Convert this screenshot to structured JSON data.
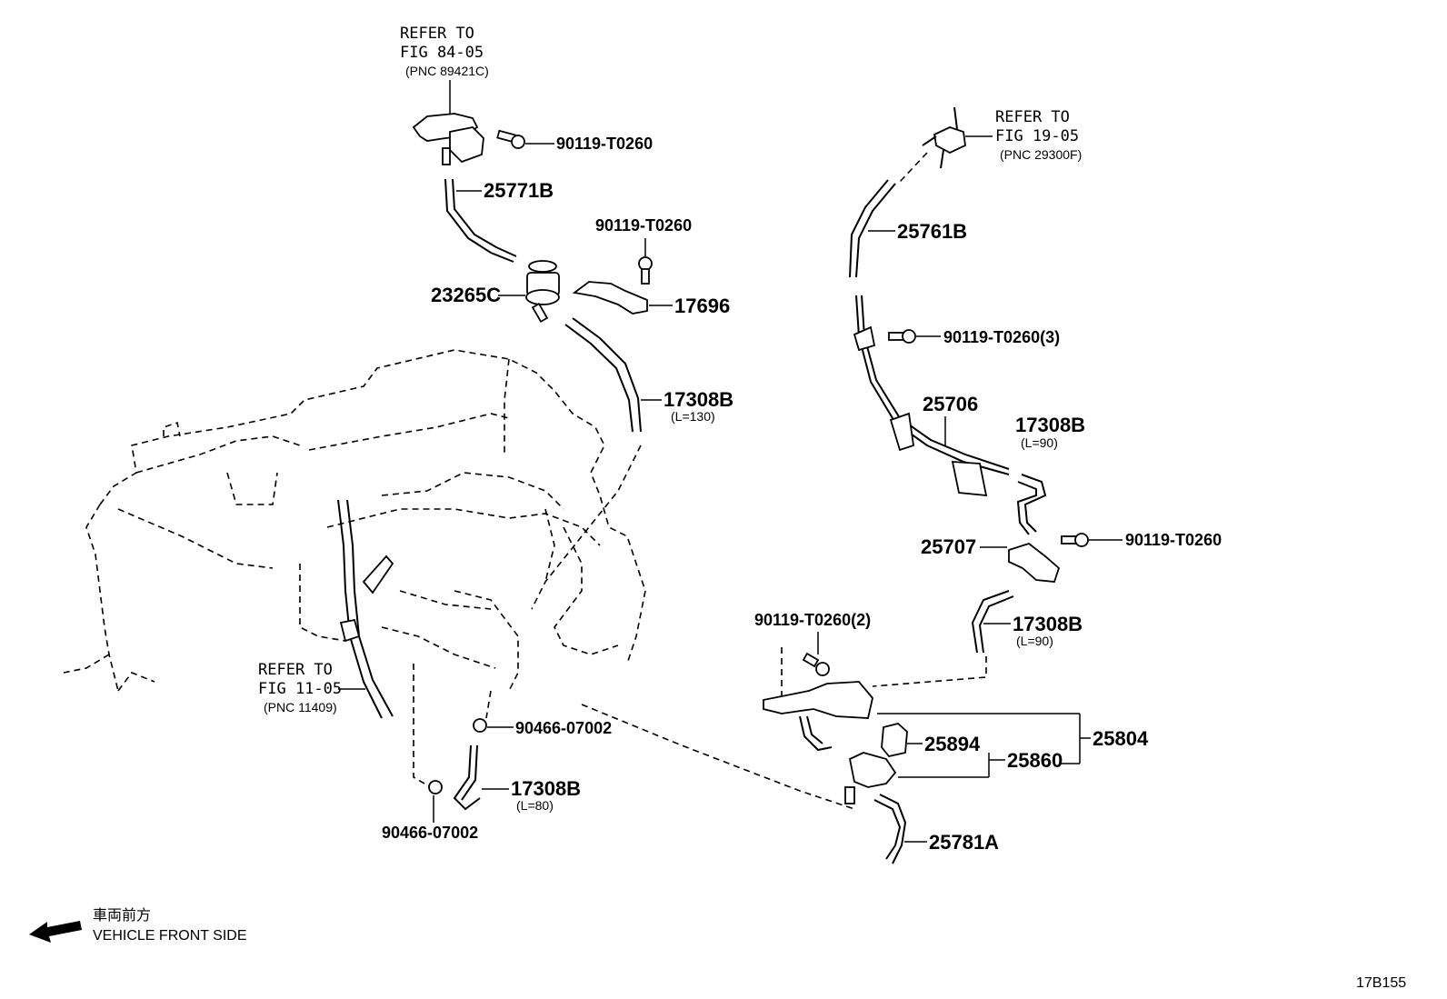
{
  "references": {
    "fig84": {
      "line1": "REFER TO",
      "line2": "FIG 84-05",
      "line3": "(PNC 89421C)"
    },
    "fig19": {
      "line1": "REFER TO",
      "line2": "FIG 19-05",
      "line3": "(PNC 29300F)"
    },
    "fig11": {
      "line1": "REFER TO",
      "line2": "FIG 11-05",
      "line3": "(PNC 11409)"
    }
  },
  "parts": {
    "p90119_top": "90119-T0260",
    "p25771B": "25771B",
    "p90119_mid": "90119-T0260",
    "p23265C": "23265C",
    "p17696": "17696",
    "p17308B_130": "17308B",
    "p17308B_130_len": "(L=130)",
    "p25761B": "25761B",
    "p90119_3": "90119-T0260(3)",
    "p25706": "25706",
    "p17308B_90a": "17308B",
    "p17308B_90a_len": "(L=90)",
    "p25707": "25707",
    "p90119_right": "90119-T0260",
    "p90119_2": "90119-T0260(2)",
    "p17308B_90b": "17308B",
    "p17308B_90b_len": "(L=90)",
    "p25804": "25804",
    "p25894": "25894",
    "p25860": "25860",
    "p90466_a": "90466-07002",
    "p17308B_80": "17308B",
    "p17308B_80_len": "(L=80)",
    "p90466_b": "90466-07002",
    "p25781A": "25781A"
  },
  "direction": {
    "jp": "車両前方",
    "en": "VEHICLE FRONT SIDE"
  },
  "figure_id": "17B155"
}
